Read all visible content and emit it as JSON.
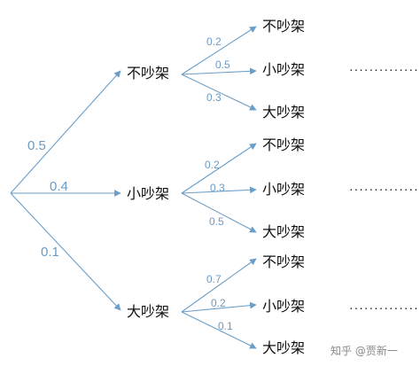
{
  "tree": {
    "branches": [
      {
        "label": "不吵架",
        "prob": "0.5",
        "children": [
          {
            "label": "不吵架",
            "prob": "0.2"
          },
          {
            "label": "小吵架",
            "prob": "0.5"
          },
          {
            "label": "大吵架",
            "prob": "0.3"
          }
        ],
        "ellipsis": "................"
      },
      {
        "label": "小吵架",
        "prob": "0.4",
        "children": [
          {
            "label": "不吵架",
            "prob": "0.2"
          },
          {
            "label": "小吵架",
            "prob": "0.3"
          },
          {
            "label": "大吵架",
            "prob": "0.5"
          }
        ],
        "ellipsis": "................"
      },
      {
        "label": "大吵架",
        "prob": "0.1",
        "children": [
          {
            "label": "不吵架",
            "prob": "0.7"
          },
          {
            "label": "小吵架",
            "prob": "0.2"
          },
          {
            "label": "大吵架",
            "prob": "0.1"
          }
        ],
        "ellipsis": "................"
      }
    ]
  },
  "colors": {
    "edge": "#6a9ec9",
    "prob": "#6b9ac4",
    "text": "#111111"
  },
  "watermark": "知乎 @贾新一"
}
